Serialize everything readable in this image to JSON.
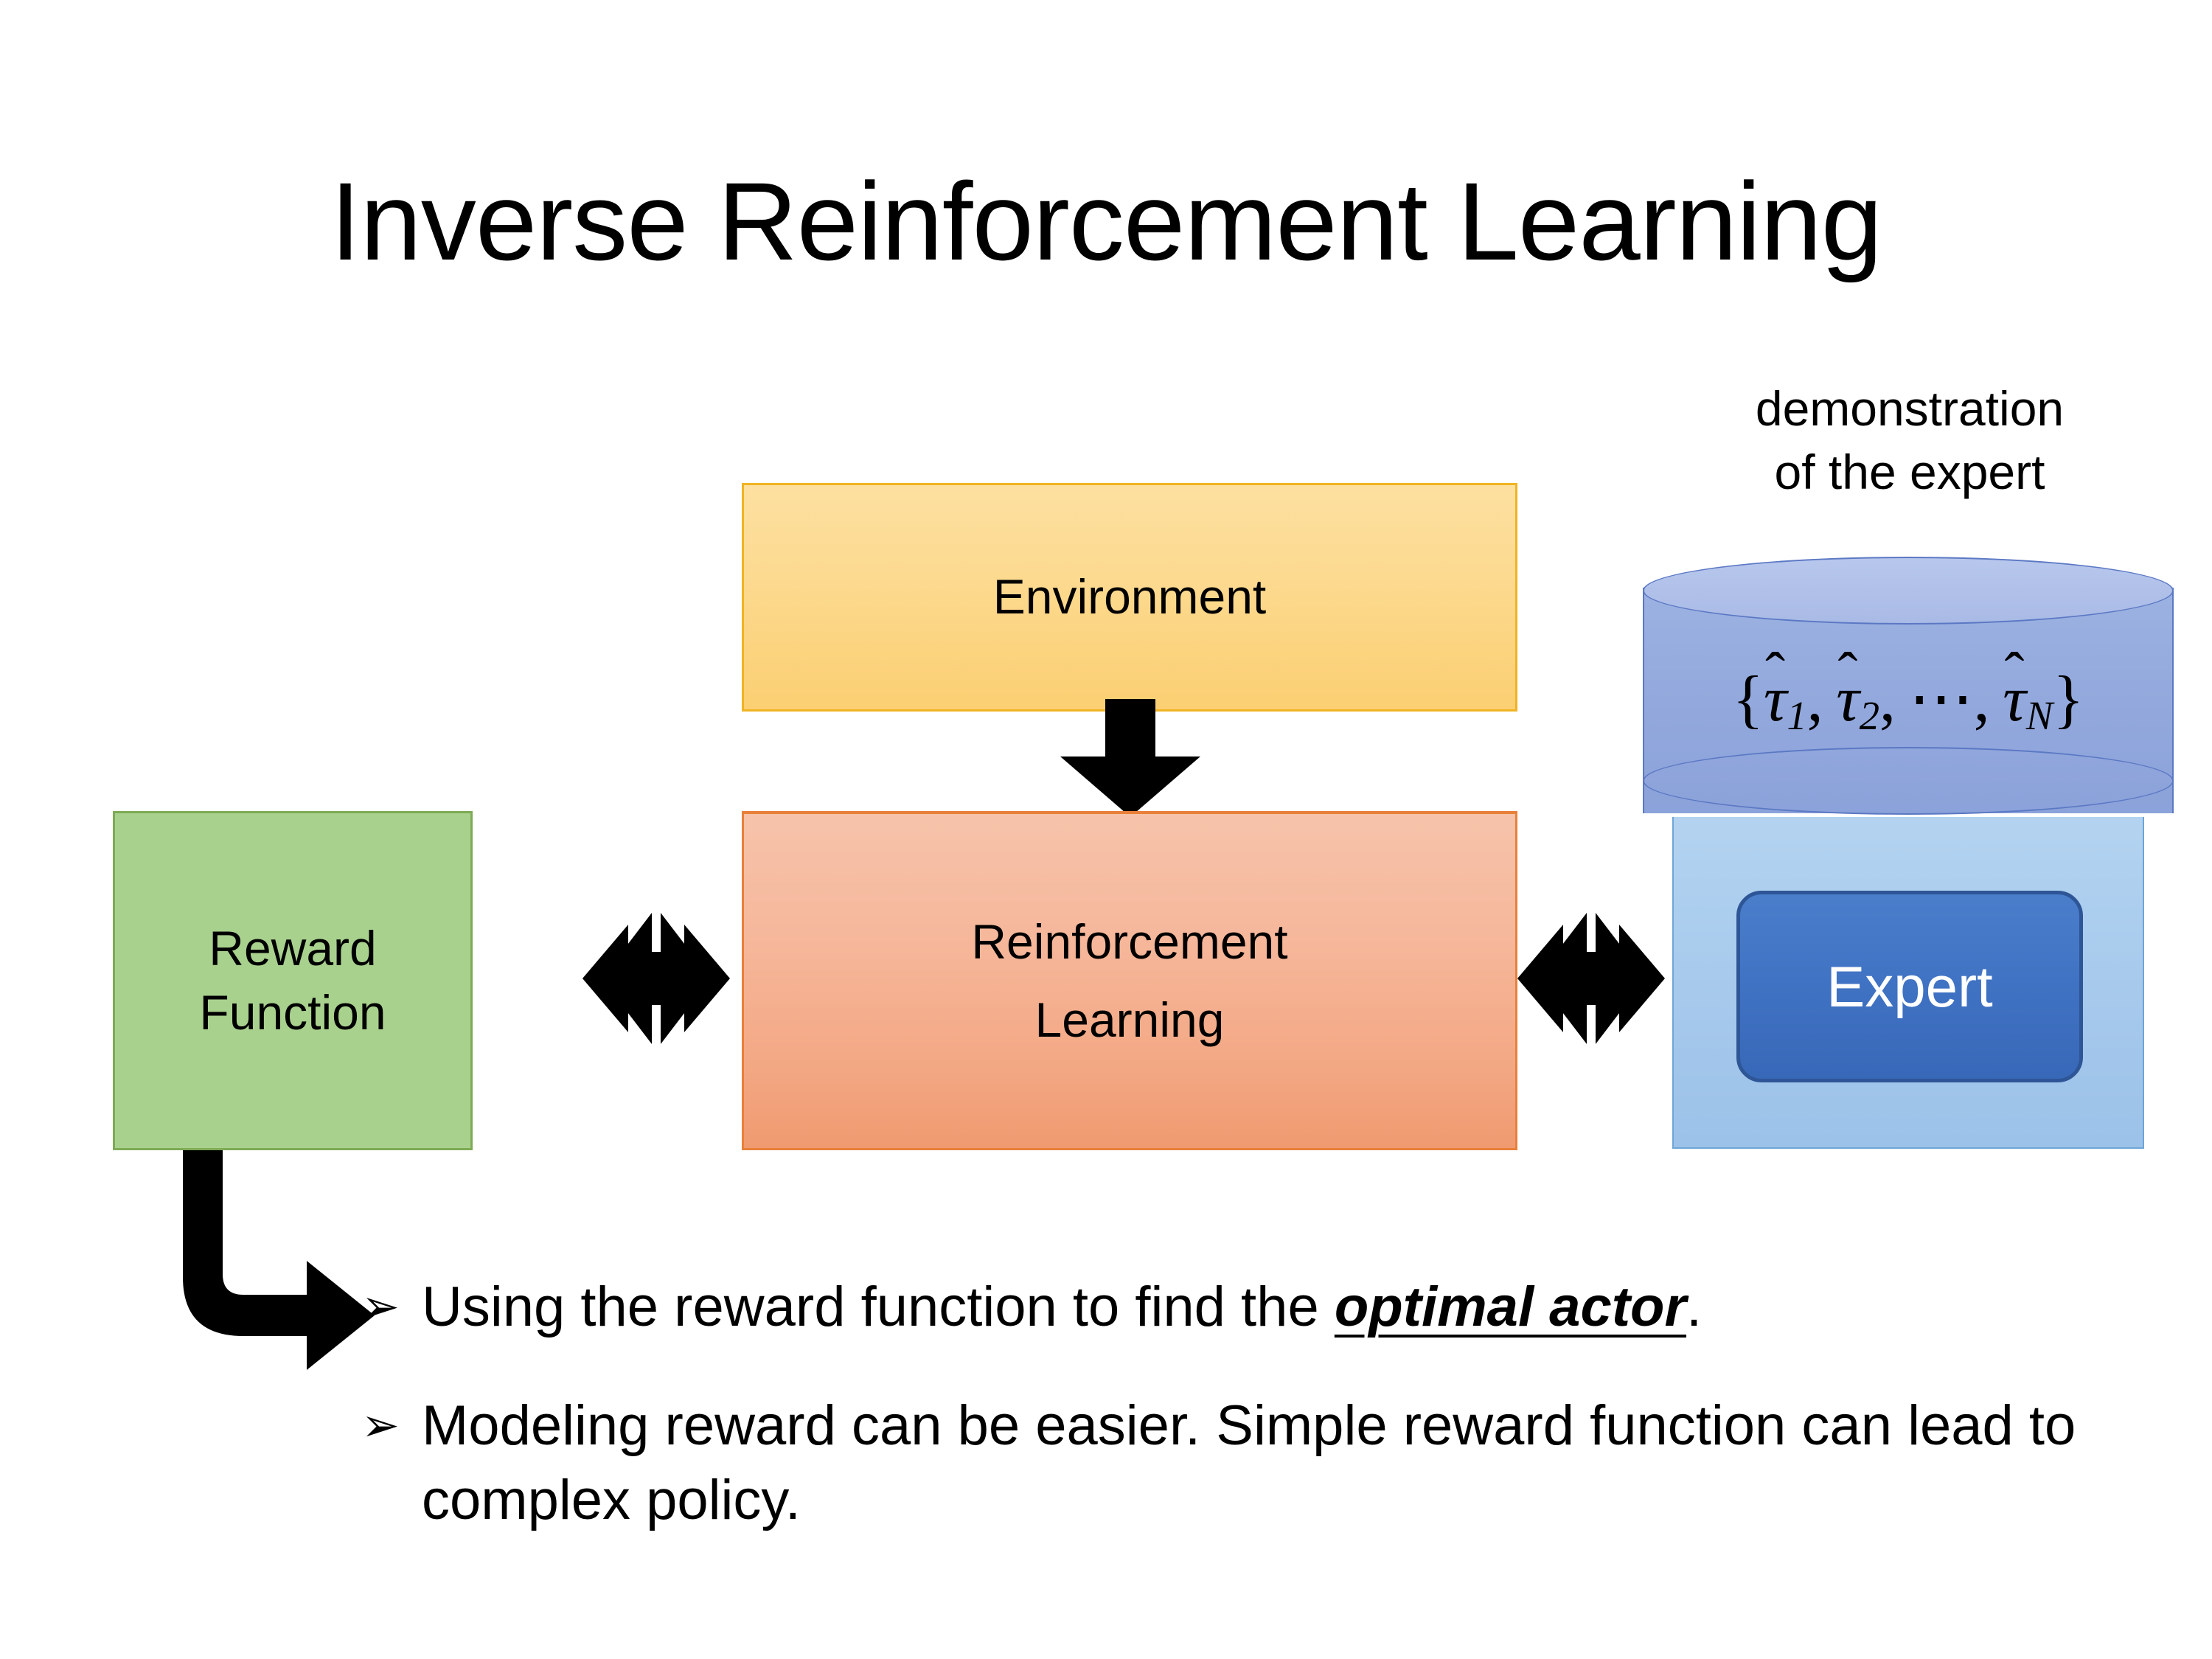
{
  "slide": {
    "title": "Inverse Reinforcement Learning",
    "background_color": "#ffffff"
  },
  "diagram": {
    "nodes": {
      "environment": {
        "label": "Environment",
        "fill_top": "#fde0a0",
        "fill_bottom": "#fbcf72",
        "border_color": "#f0b323"
      },
      "reward_function": {
        "label_line1": "Reward",
        "label_line2": "Function",
        "fill": "#a9d18e",
        "border_color": "#7faa55"
      },
      "reinforcement_learning": {
        "label_line1": "Reinforcement",
        "label_line2": "Learning",
        "fill_top": "#f6c3aa",
        "fill_bottom": "#f09a70",
        "border_color": "#e8803a"
      },
      "expert": {
        "label": "Expert",
        "fill": "#3f71c2",
        "border_color": "#2e5697",
        "text_color": "#ffffff"
      },
      "expert_panel": {
        "fill": "#a6c9ec",
        "border_color": "#6ea5d8"
      },
      "demonstration_cylinder": {
        "caption_line1": "demonstration",
        "caption_line2": "of the expert",
        "formula_open": "{",
        "formula_tau": "τ",
        "formula_hat": "̂",
        "formula_sub1": "1",
        "formula_sub2": "2",
        "formula_subN": "N",
        "formula_ellipsis": "⋯",
        "formula_comma": ",",
        "formula_close": "}",
        "formula_plain": "{τ̂1, τ̂2, ⋯, τ̂N}",
        "body_fill": "#93a9dd",
        "top_fill": "#b7c7ec",
        "border_color": "#5b78c4"
      }
    },
    "connectors": {
      "environment_to_rl": "down-arrow",
      "reward_to_rl": "bidirectional-quad-arrow",
      "rl_to_expert": "bidirectional-quad-arrow",
      "reward_to_bullets": "elbow-arrow",
      "color": "#000000"
    }
  },
  "bullets": {
    "marker": "➢",
    "items": [
      {
        "prefix": "Using the reward function to find the ",
        "emphasis": "optimal actor",
        "suffix": "."
      },
      {
        "prefix": "Modeling reward can be easier. Simple reward function can lead to complex policy.",
        "emphasis": "",
        "suffix": ""
      }
    ]
  }
}
